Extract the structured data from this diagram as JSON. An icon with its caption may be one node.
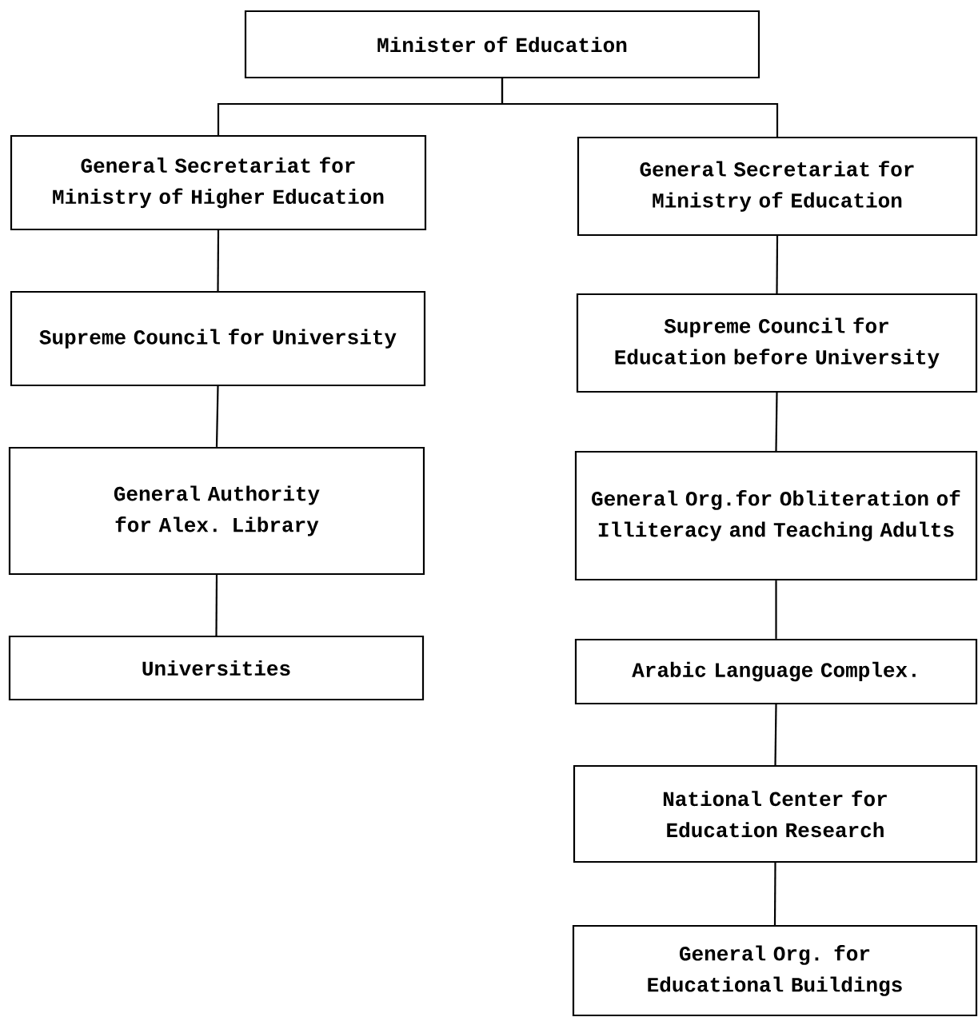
{
  "diagram": {
    "nodes": [
      {
        "text": [
          "Minister of Education"
        ]
      },
      {
        "text": [
          "General Secretariat for Ministry of Higher Education"
        ]
      },
      {
        "text": [
          "General Secretariat for Ministry of Education"
        ]
      },
      {
        "text": [
          "Supreme Council for University"
        ]
      },
      {
        "text": [
          "Supreme Council for Education before University"
        ]
      },
      {
        "text": [
          "General Authority for Alex. Library"
        ]
      },
      {
        "text": [
          "General Org.for Obliteration of Illiteracy and Teaching Adults"
        ]
      },
      {
        "text": [
          "Universities"
        ]
      },
      {
        "text": [
          "Arabic Language Complex."
        ]
      },
      {
        "text": [
          "National Center for Education Research"
        ]
      },
      {
        "text": [
          "General Org. for Educational Buildings"
        ]
      }
    ],
    "edges": [
      {
        "from": 0,
        "to": 1,
        "arrow": "none"
      },
      {
        "from": 0,
        "to": 2,
        "arrow": "none"
      },
      {
        "from": 1,
        "to": 3,
        "arrow": "none"
      },
      {
        "from": 3,
        "to": 5,
        "arrow": "none"
      },
      {
        "from": 5,
        "to": 7,
        "arrow": "none"
      },
      {
        "from": 2,
        "to": 4,
        "arrow": "none"
      },
      {
        "from": 4,
        "to": 6,
        "arrow": "none"
      },
      {
        "from": 6,
        "to": 8,
        "arrow": "none"
      },
      {
        "from": 8,
        "to": 9,
        "arrow": "none"
      },
      {
        "from": 9,
        "to": 10,
        "arrow": "none"
      }
    ]
  }
}
